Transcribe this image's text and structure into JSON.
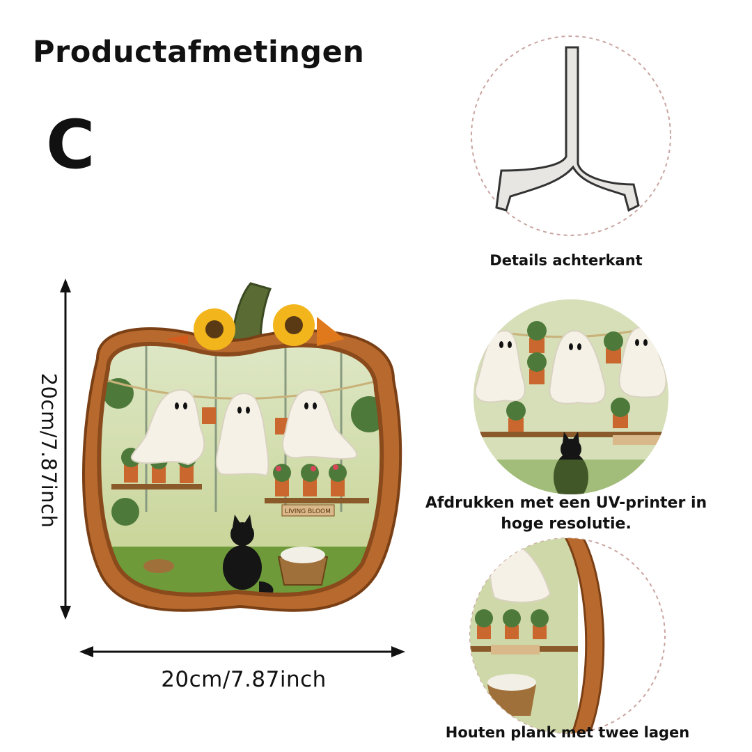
{
  "header": {
    "title": "Productafmetingen",
    "variant": "C"
  },
  "dimensions": {
    "height": "20cm/7.87inch",
    "width": "20cm/7.87inch"
  },
  "product": {
    "sign_text": "LIVING BLOOM"
  },
  "details": [
    {
      "caption": "Details achterkant",
      "icon": "stand-icon"
    },
    {
      "caption": "Afdrukken met een UV-printer in hoge resolutie.",
      "icon": "print-detail"
    },
    {
      "caption": "Houten plank met twee lagen",
      "icon": "wood-layers"
    }
  ],
  "colors": {
    "wood": "#b86a2e",
    "wood_dark": "#8a4a1c",
    "ghost": "#f5f1e6",
    "cat": "#151515",
    "leaf": "#4d7a3a",
    "sunflower": "#f2b51c"
  }
}
